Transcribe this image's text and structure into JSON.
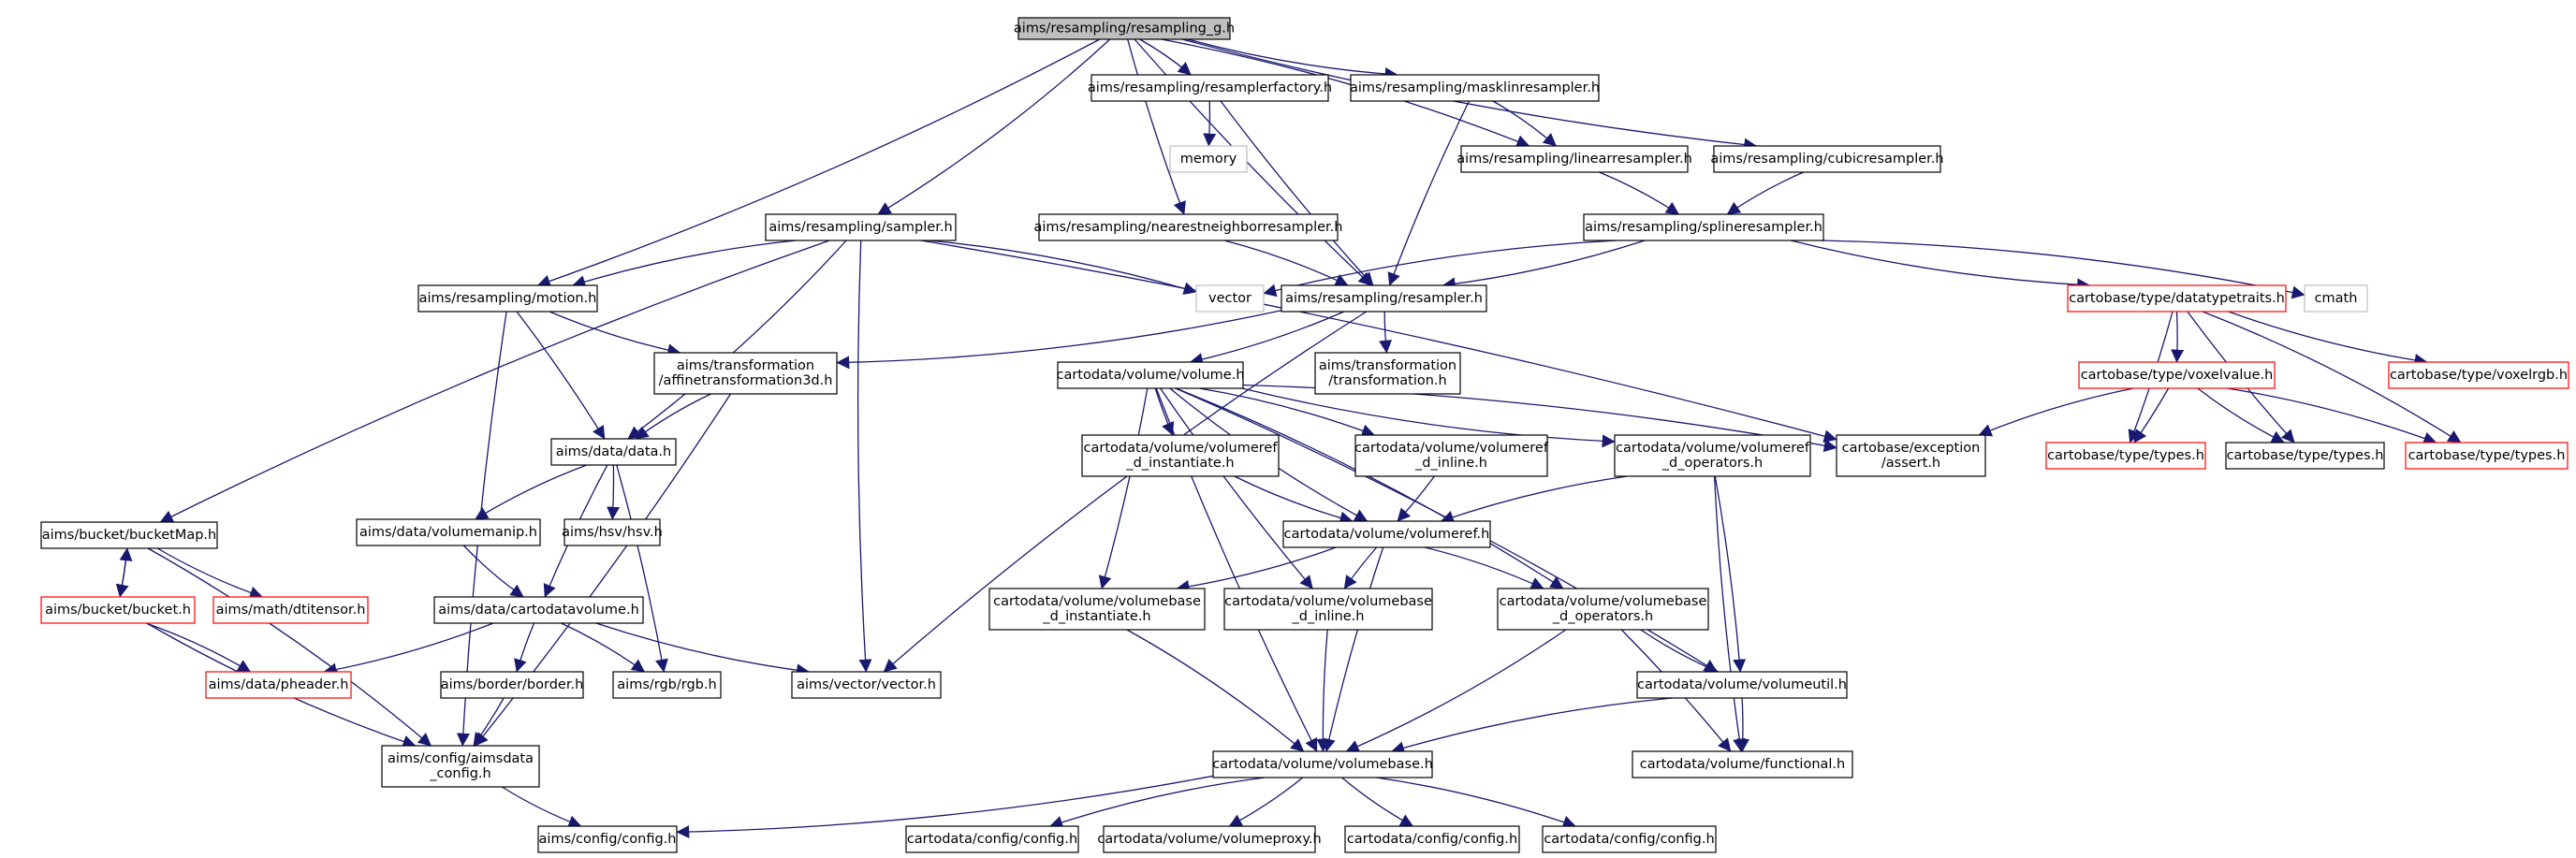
{
  "colors": {
    "edge": "#191970",
    "node_border": "#000000",
    "missing_border": "#ff0000",
    "external_border": "#bfbfbf",
    "root_fill": "#bfbfbf"
  },
  "nodes": {
    "root": {
      "lines": [
        "aims/resampling/resampling_g.h"
      ],
      "kind": "root"
    },
    "resamplerfactory": {
      "lines": [
        "aims/resampling/resamplerfactory.h"
      ],
      "kind": "normal"
    },
    "masklinresampler": {
      "lines": [
        "aims/resampling/masklinresampler.h"
      ],
      "kind": "normal"
    },
    "memory": {
      "lines": [
        "memory"
      ],
      "kind": "external"
    },
    "linearresampler": {
      "lines": [
        "aims/resampling/linearresampler.h"
      ],
      "kind": "normal"
    },
    "cubicresampler": {
      "lines": [
        "aims/resampling/cubicresampler.h"
      ],
      "kind": "normal"
    },
    "sampler": {
      "lines": [
        "aims/resampling/sampler.h"
      ],
      "kind": "normal"
    },
    "nearestneighbor": {
      "lines": [
        "aims/resampling/nearestneighborresampler.h"
      ],
      "kind": "normal"
    },
    "splineresampler": {
      "lines": [
        "aims/resampling/splineresampler.h"
      ],
      "kind": "normal"
    },
    "motion": {
      "lines": [
        "aims/resampling/motion.h"
      ],
      "kind": "normal"
    },
    "vector": {
      "lines": [
        "vector"
      ],
      "kind": "external"
    },
    "resampler": {
      "lines": [
        "aims/resampling/resampler.h"
      ],
      "kind": "normal"
    },
    "datatypetraits": {
      "lines": [
        "cartobase/type/datatypetraits.h"
      ],
      "kind": "missing"
    },
    "cmath": {
      "lines": [
        "cmath"
      ],
      "kind": "external"
    },
    "affinetransformation3d": {
      "lines": [
        "aims/transformation",
        "/affinetransformation3d.h"
      ],
      "kind": "normal"
    },
    "transformation": {
      "lines": [
        "aims/transformation",
        "/transformation.h"
      ],
      "kind": "normal"
    },
    "volume": {
      "lines": [
        "cartodata/volume/volume.h"
      ],
      "kind": "normal"
    },
    "voxelvalue": {
      "lines": [
        "cartobase/type/voxelvalue.h"
      ],
      "kind": "missing"
    },
    "voxelrgb": {
      "lines": [
        "cartobase/type/voxelrgb.h"
      ],
      "kind": "missing"
    },
    "data": {
      "lines": [
        "aims/data/data.h"
      ],
      "kind": "normal"
    },
    "volumeref_instantiate": {
      "lines": [
        "cartodata/volume/volumeref",
        "_d_instantiate.h"
      ],
      "kind": "normal"
    },
    "volumeref_inline": {
      "lines": [
        "cartodata/volume/volumeref",
        "_d_inline.h"
      ],
      "kind": "normal"
    },
    "volumeref_operators": {
      "lines": [
        "cartodata/volume/volumeref",
        "_d_operators.h"
      ],
      "kind": "normal"
    },
    "assert": {
      "lines": [
        "cartobase/exception",
        "/assert.h"
      ],
      "kind": "normal"
    },
    "types_missing_a": {
      "lines": [
        "cartobase/type/types.h"
      ],
      "kind": "missing"
    },
    "types": {
      "lines": [
        "cartobase/type/types.h"
      ],
      "kind": "normal"
    },
    "types_missing_b": {
      "lines": [
        "cartobase/type/types.h"
      ],
      "kind": "missing"
    },
    "volumemanip": {
      "lines": [
        "aims/data/volumemanip.h"
      ],
      "kind": "normal"
    },
    "hsv": {
      "lines": [
        "aims/hsv/hsv.h"
      ],
      "kind": "normal"
    },
    "bucketmap": {
      "lines": [
        "aims/bucket/bucketMap.h"
      ],
      "kind": "normal"
    },
    "volumeref": {
      "lines": [
        "cartodata/volume/volumeref.h"
      ],
      "kind": "normal"
    },
    "bucket": {
      "lines": [
        "aims/bucket/bucket.h"
      ],
      "kind": "missing"
    },
    "dtitensor": {
      "lines": [
        "aims/math/dtitensor.h"
      ],
      "kind": "missing"
    },
    "cartodatavolume": {
      "lines": [
        "aims/data/cartodatavolume.h"
      ],
      "kind": "normal"
    },
    "volumebase_instantiate": {
      "lines": [
        "cartodata/volume/volumebase",
        "_d_instantiate.h"
      ],
      "kind": "normal"
    },
    "volumebase_inline": {
      "lines": [
        "cartodata/volume/volumebase",
        "_d_inline.h"
      ],
      "kind": "normal"
    },
    "volumebase_operators": {
      "lines": [
        "cartodata/volume/volumebase",
        "_d_operators.h"
      ],
      "kind": "normal"
    },
    "pheader": {
      "lines": [
        "aims/data/pheader.h"
      ],
      "kind": "missing"
    },
    "border": {
      "lines": [
        "aims/border/border.h"
      ],
      "kind": "normal"
    },
    "rgb": {
      "lines": [
        "aims/rgb/rgb.h"
      ],
      "kind": "normal"
    },
    "vector_h": {
      "lines": [
        "aims/vector/vector.h"
      ],
      "kind": "normal"
    },
    "volumeutil": {
      "lines": [
        "cartodata/volume/volumeutil.h"
      ],
      "kind": "normal"
    },
    "aimsdata_config": {
      "lines": [
        "aims/config/aimsdata",
        "_config.h"
      ],
      "kind": "normal"
    },
    "volumebase": {
      "lines": [
        "cartodata/volume/volumebase.h"
      ],
      "kind": "normal"
    },
    "functional": {
      "lines": [
        "cartodata/volume/functional.h"
      ],
      "kind": "normal"
    },
    "aims_config": {
      "lines": [
        "aims/config/config.h"
      ],
      "kind": "normal"
    },
    "cartodata_config_a": {
      "lines": [
        "cartodata/config/config.h"
      ],
      "kind": "normal"
    },
    "volumeproxy": {
      "lines": [
        "cartodata/volume/volumeproxy.h"
      ],
      "kind": "normal"
    },
    "cartodata_config_b": {
      "lines": [
        "cartodata/config/config.h"
      ],
      "kind": "normal"
    },
    "cartodata_config_c": {
      "lines": [
        "cartodata/config/config.h"
      ],
      "kind": "normal"
    }
  },
  "edges": [
    [
      "root",
      "resamplerfactory"
    ],
    [
      "root",
      "masklinresampler"
    ],
    [
      "root",
      "linearresampler"
    ],
    [
      "root",
      "cubicresampler"
    ],
    [
      "root",
      "sampler"
    ],
    [
      "root",
      "nearestneighbor"
    ],
    [
      "root",
      "motion"
    ],
    [
      "root",
      "resampler"
    ],
    [
      "resamplerfactory",
      "memory"
    ],
    [
      "resamplerfactory",
      "resampler"
    ],
    [
      "masklinresampler",
      "linearresampler"
    ],
    [
      "masklinresampler",
      "resampler"
    ],
    [
      "linearresampler",
      "splineresampler"
    ],
    [
      "cubicresampler",
      "splineresampler"
    ],
    [
      "nearestneighbor",
      "resampler"
    ],
    [
      "splineresampler",
      "vector"
    ],
    [
      "splineresampler",
      "resampler"
    ],
    [
      "splineresampler",
      "datatypetraits"
    ],
    [
      "splineresampler",
      "cmath"
    ],
    [
      "sampler",
      "motion"
    ],
    [
      "sampler",
      "vector"
    ],
    [
      "sampler",
      "bucketmap"
    ],
    [
      "sampler",
      "data"
    ],
    [
      "sampler",
      "vector_h"
    ],
    [
      "sampler",
      "assert"
    ],
    [
      "motion",
      "affinetransformation3d"
    ],
    [
      "motion",
      "data"
    ],
    [
      "motion",
      "aimsdata_config"
    ],
    [
      "resampler",
      "affinetransformation3d"
    ],
    [
      "resampler",
      "transformation"
    ],
    [
      "resampler",
      "volume"
    ],
    [
      "resampler",
      "vector_h"
    ],
    [
      "datatypetraits",
      "voxelvalue"
    ],
    [
      "datatypetraits",
      "voxelrgb"
    ],
    [
      "datatypetraits",
      "types_missing_a"
    ],
    [
      "datatypetraits",
      "types"
    ],
    [
      "datatypetraits",
      "types_missing_b"
    ],
    [
      "voxelvalue",
      "assert"
    ],
    [
      "voxelvalue",
      "types_missing_a"
    ],
    [
      "voxelvalue",
      "types"
    ],
    [
      "voxelvalue",
      "types_missing_b"
    ],
    [
      "affinetransformation3d",
      "data"
    ],
    [
      "affinetransformation3d",
      "aimsdata_config"
    ],
    [
      "volume",
      "volumeref_instantiate"
    ],
    [
      "volume",
      "volumeref_inline"
    ],
    [
      "volume",
      "volumeref_operators"
    ],
    [
      "volume",
      "assert"
    ],
    [
      "volume",
      "volumeref"
    ],
    [
      "volume",
      "volumebase_instantiate"
    ],
    [
      "volume",
      "volumebase_inline"
    ],
    [
      "volume",
      "volumebase_operators"
    ],
    [
      "volume",
      "volumebase"
    ],
    [
      "volume",
      "volumeutil"
    ],
    [
      "volumeref_instantiate",
      "volumeref"
    ],
    [
      "volumeref_inline",
      "volumeref"
    ],
    [
      "volumeref_operators",
      "volumeref"
    ],
    [
      "volumeref_operators",
      "volumeutil"
    ],
    [
      "volumeref_operators",
      "functional"
    ],
    [
      "volumeref",
      "volumebase_instantiate"
    ],
    [
      "volumeref",
      "volumebase_inline"
    ],
    [
      "volumeref",
      "volumebase_operators"
    ],
    [
      "volumeref",
      "volumebase"
    ],
    [
      "volumebase_instantiate",
      "volumebase"
    ],
    [
      "volumebase_inline",
      "volumebase"
    ],
    [
      "volumebase_operators",
      "volumebase"
    ],
    [
      "volumebase_operators",
      "volumeutil"
    ],
    [
      "volumebase_operators",
      "functional"
    ],
    [
      "volumeutil",
      "volumebase"
    ],
    [
      "volumeutil",
      "functional"
    ],
    [
      "data",
      "volumemanip"
    ],
    [
      "data",
      "hsv"
    ],
    [
      "data",
      "cartodatavolume"
    ],
    [
      "data",
      "rgb"
    ],
    [
      "volumemanip",
      "cartodatavolume"
    ],
    [
      "bucketmap",
      "bucket"
    ],
    [
      "bucketmap",
      "dtitensor"
    ],
    [
      "bucketmap",
      "aimsdata_config"
    ],
    [
      "bucket",
      "bucketmap"
    ],
    [
      "bucket",
      "pheader"
    ],
    [
      "bucket",
      "aimsdata_config"
    ],
    [
      "cartodatavolume",
      "pheader"
    ],
    [
      "cartodatavolume",
      "border"
    ],
    [
      "cartodatavolume",
      "rgb"
    ],
    [
      "cartodatavolume",
      "vector_h"
    ],
    [
      "border",
      "aimsdata_config"
    ],
    [
      "aimsdata_config",
      "aims_config"
    ],
    [
      "volumebase",
      "aims_config"
    ],
    [
      "volumebase",
      "cartodata_config_a"
    ],
    [
      "volumebase",
      "volumeproxy"
    ],
    [
      "volumebase",
      "cartodata_config_b"
    ],
    [
      "volumebase",
      "cartodata_config_c"
    ]
  ]
}
